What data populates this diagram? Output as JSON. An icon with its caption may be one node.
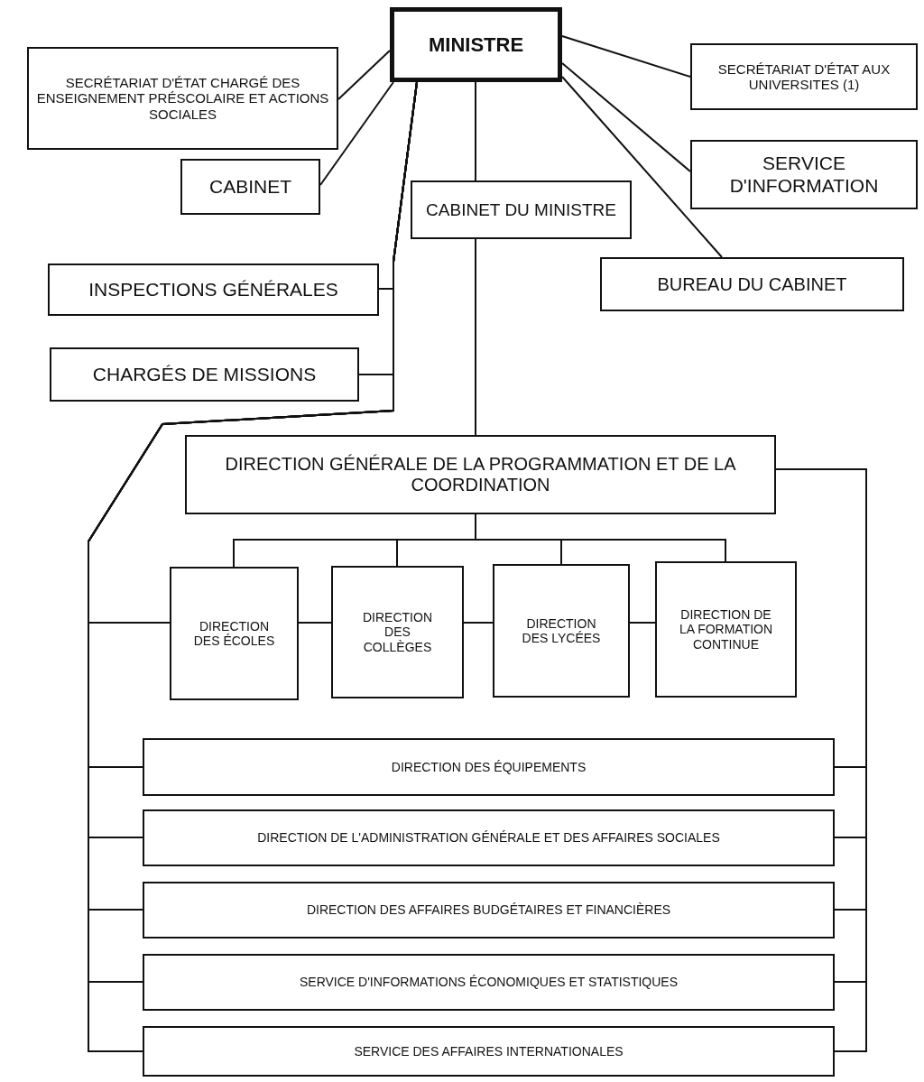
{
  "diagram": {
    "nodes": [
      {
        "text": [
          "MINISTRE"
        ]
      },
      {
        "text": [
          "SECRÉTARIAT D'ÉTAT CHARGÉ DES ENSEIGNEMENT PRÉSCOLAIRE ET ACTIONS SOCIALES"
        ]
      },
      {
        "text": [
          "SECRÉTARIAT D'ÉTAT AUX UNIVERSITES (1)"
        ]
      },
      {
        "text": [
          "CABINET"
        ]
      },
      {
        "text": [
          "CABINET DU MINISTRE"
        ]
      },
      {
        "text": [
          "SERVICE D'INFORMATION"
        ]
      },
      {
        "text": [
          "INSPECTIONS GÉNÉRALES"
        ]
      },
      {
        "text": [
          "BUREAU DU CABINET"
        ]
      },
      {
        "text": [
          "CHARGÉS DE MISSIONS"
        ]
      },
      {
        "text": [
          "DIRECTION GÉNÉRALE DE LA PROGRAMMATION ET DE LA COORDINATION"
        ]
      },
      {
        "text": [
          "DIRECTION DES ÉCOLES"
        ]
      },
      {
        "text": [
          "DIRECTION DES COLLÈGES"
        ]
      },
      {
        "text": [
          "DIRECTION DES LYCÉES"
        ]
      },
      {
        "text": [
          "DIRECTION DE LA FORMATION CONTINUE"
        ]
      },
      {
        "text": [
          "DIRECTION DES ÉQUIPEMENTS"
        ]
      },
      {
        "text": [
          "DIRECTION DE L'ADMINISTRATION GÉNÉRALE ET DES AFFAIRES SOCIALES"
        ]
      },
      {
        "text": [
          "DIRECTION DES AFFAIRES BUDGÉTAIRES ET FINANCIÈRES"
        ]
      },
      {
        "text": [
          "SERVICE D'INFORMATIONS ÉCONOMIQUES ET STATISTIQUES"
        ]
      },
      {
        "text": [
          "SERVICE DES AFFAIRES INTERNATIONALES"
        ]
      }
    ],
    "edges": [
      {
        "from": 0,
        "to": 1,
        "arrow": "none"
      },
      {
        "from": 0,
        "to": 2,
        "arrow": "none"
      },
      {
        "from": 0,
        "to": 3,
        "arrow": "none"
      },
      {
        "from": 0,
        "to": 4,
        "arrow": "none"
      },
      {
        "from": 0,
        "to": 5,
        "arrow": "none"
      },
      {
        "from": 0,
        "to": 6,
        "arrow": "none"
      },
      {
        "from": 0,
        "to": 7,
        "arrow": "none"
      },
      {
        "from": 0,
        "to": 8,
        "arrow": "none"
      },
      {
        "from": 4,
        "to": 9,
        "arrow": "none"
      },
      {
        "from": 9,
        "to": 10,
        "arrow": "none"
      },
      {
        "from": 9,
        "to": 11,
        "arrow": "none"
      },
      {
        "from": 9,
        "to": 12,
        "arrow": "none"
      },
      {
        "from": 9,
        "to": 13,
        "arrow": "none"
      },
      {
        "from": 10,
        "to": 11,
        "arrow": "none"
      },
      {
        "from": 11,
        "to": 12,
        "arrow": "none"
      },
      {
        "from": 12,
        "to": 13,
        "arrow": "none"
      },
      {
        "from": 0,
        "to": 10,
        "arrow": "none"
      },
      {
        "from": 0,
        "to": 14,
        "arrow": "none"
      },
      {
        "from": 0,
        "to": 15,
        "arrow": "none"
      },
      {
        "from": 0,
        "to": 16,
        "arrow": "none"
      },
      {
        "from": 0,
        "to": 17,
        "arrow": "none"
      },
      {
        "from": 0,
        "to": 18,
        "arrow": "none"
      },
      {
        "from": 9,
        "to": 14,
        "arrow": "none"
      },
      {
        "from": 9,
        "to": 15,
        "arrow": "none"
      },
      {
        "from": 9,
        "to": 16,
        "arrow": "none"
      },
      {
        "from": 9,
        "to": 17,
        "arrow": "none"
      },
      {
        "from": 9,
        "to": 18,
        "arrow": "none"
      }
    ]
  }
}
